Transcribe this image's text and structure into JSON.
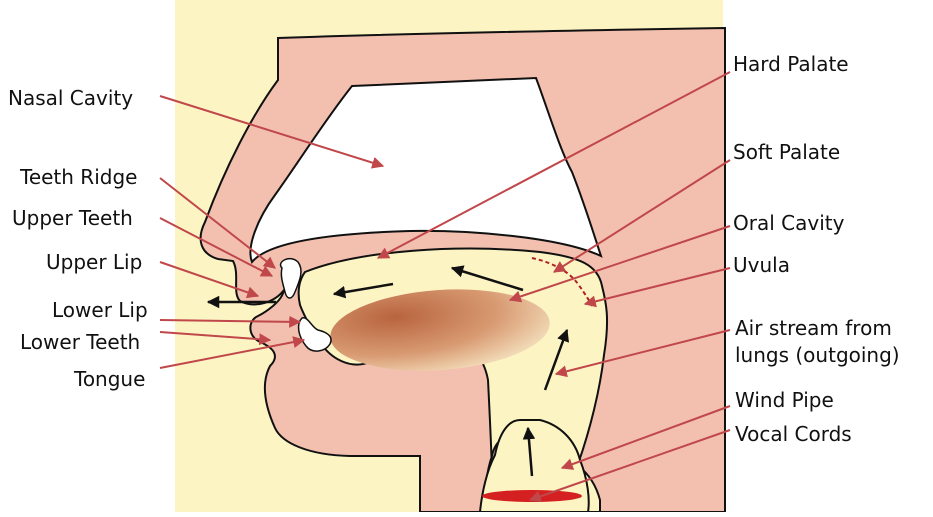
{
  "labels": {
    "nasal_cavity": "Nasal Cavity",
    "teeth_ridge": "Teeth Ridge",
    "upper_teeth": "Upper Teeth",
    "upper_lip": "Upper Lip",
    "lower_lip": "Lower Lip",
    "lower_teeth": "Lower Teeth",
    "tongue": "Tongue",
    "hard_palate": "Hard Palate",
    "soft_palate": "Soft Palate",
    "oral_cavity": "Oral Cavity",
    "uvula": "Uvula",
    "air_stream_line1": "Air stream from",
    "air_stream_line2": "lungs (outgoing)",
    "wind_pipe": "Wind Pipe",
    "vocal_cords": "Vocal Cords"
  },
  "colors": {
    "background_panel": "#fdf4c4",
    "head_flesh": "#f3c0b0",
    "outline": "#111111",
    "oral_air": "#fdf4c4",
    "leader_line": "#c0474a",
    "vocal_cords": "#d42020",
    "tongue_dark": "#b8643e",
    "tongue_light": "#f8eac8",
    "teeth": "#ffffff",
    "flow_arrow": "#111111"
  }
}
